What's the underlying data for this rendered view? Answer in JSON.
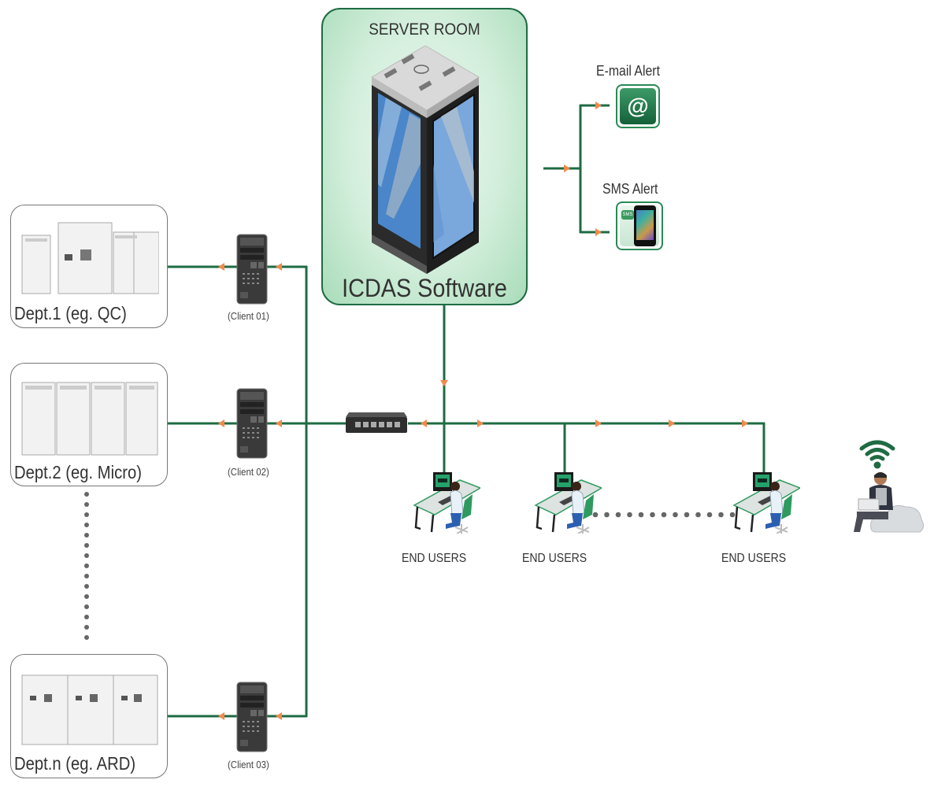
{
  "diagram": {
    "server_room": {
      "title": "SERVER ROOM",
      "software": "ICDAS Software",
      "icon": "server-rack-icon"
    },
    "alerts": [
      {
        "label": "E-mail Alert",
        "icon": "email-at-icon",
        "glyph": "@"
      },
      {
        "label": "SMS Alert",
        "icon": "sms-phone-icon",
        "badge": "SMS"
      }
    ],
    "departments": [
      {
        "label": "Dept.1 (eg. QC)",
        "client": "(Client 01)"
      },
      {
        "label": "Dept.2 (eg. Micro)",
        "client": "(Client 02)"
      },
      {
        "label": "Dept.n (eg. ARD)",
        "client": "(Client 03)"
      }
    ],
    "network_switch": {
      "icon": "network-switch-icon"
    },
    "end_users": [
      {
        "label": "END USERS"
      },
      {
        "label": "END USERS"
      },
      {
        "label": "END USERS"
      }
    ],
    "remote_user": {
      "icon": "wifi-icon",
      "figure": "cloud-user-icon"
    },
    "colors": {
      "wire": "#1f6b43",
      "arrow": "#f08a4b",
      "dots": "#666666",
      "panel_border": "#1f6b43"
    }
  }
}
